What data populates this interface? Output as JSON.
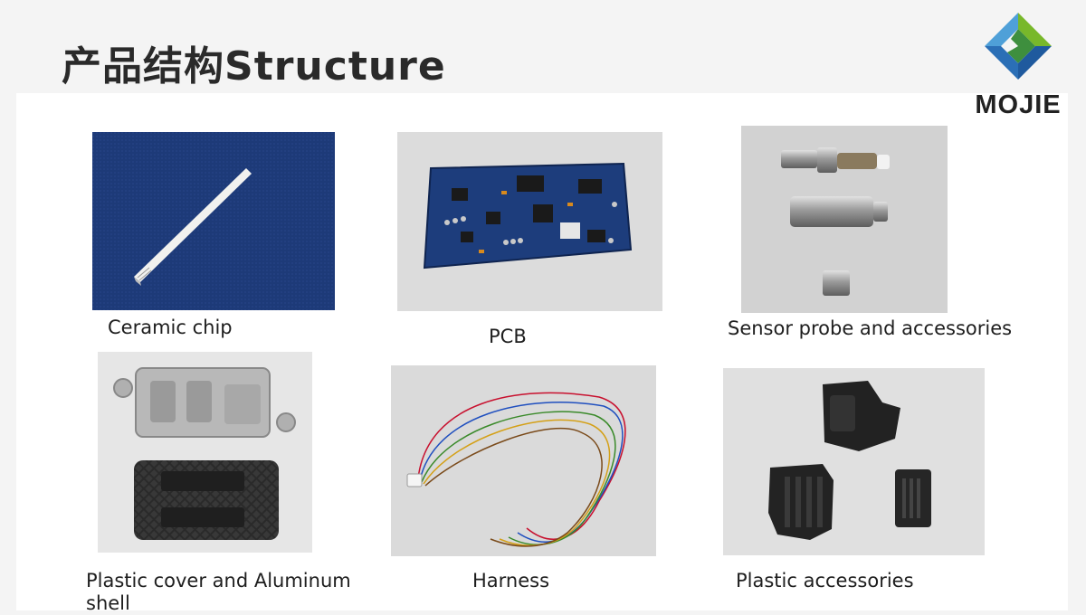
{
  "header": {
    "title": "产品结构Structure",
    "logo_text": "MOJIE",
    "brand_colors": {
      "green": "#78b82a",
      "blue": "#2b6fb6"
    }
  },
  "products": [
    {
      "caption": "Ceramic chip"
    },
    {
      "caption": "PCB"
    },
    {
      "caption": "Sensor probe and accessories"
    },
    {
      "caption": "Plastic cover and Aluminum shell"
    },
    {
      "caption": "Harness"
    },
    {
      "caption": "Plastic accessories"
    }
  ]
}
